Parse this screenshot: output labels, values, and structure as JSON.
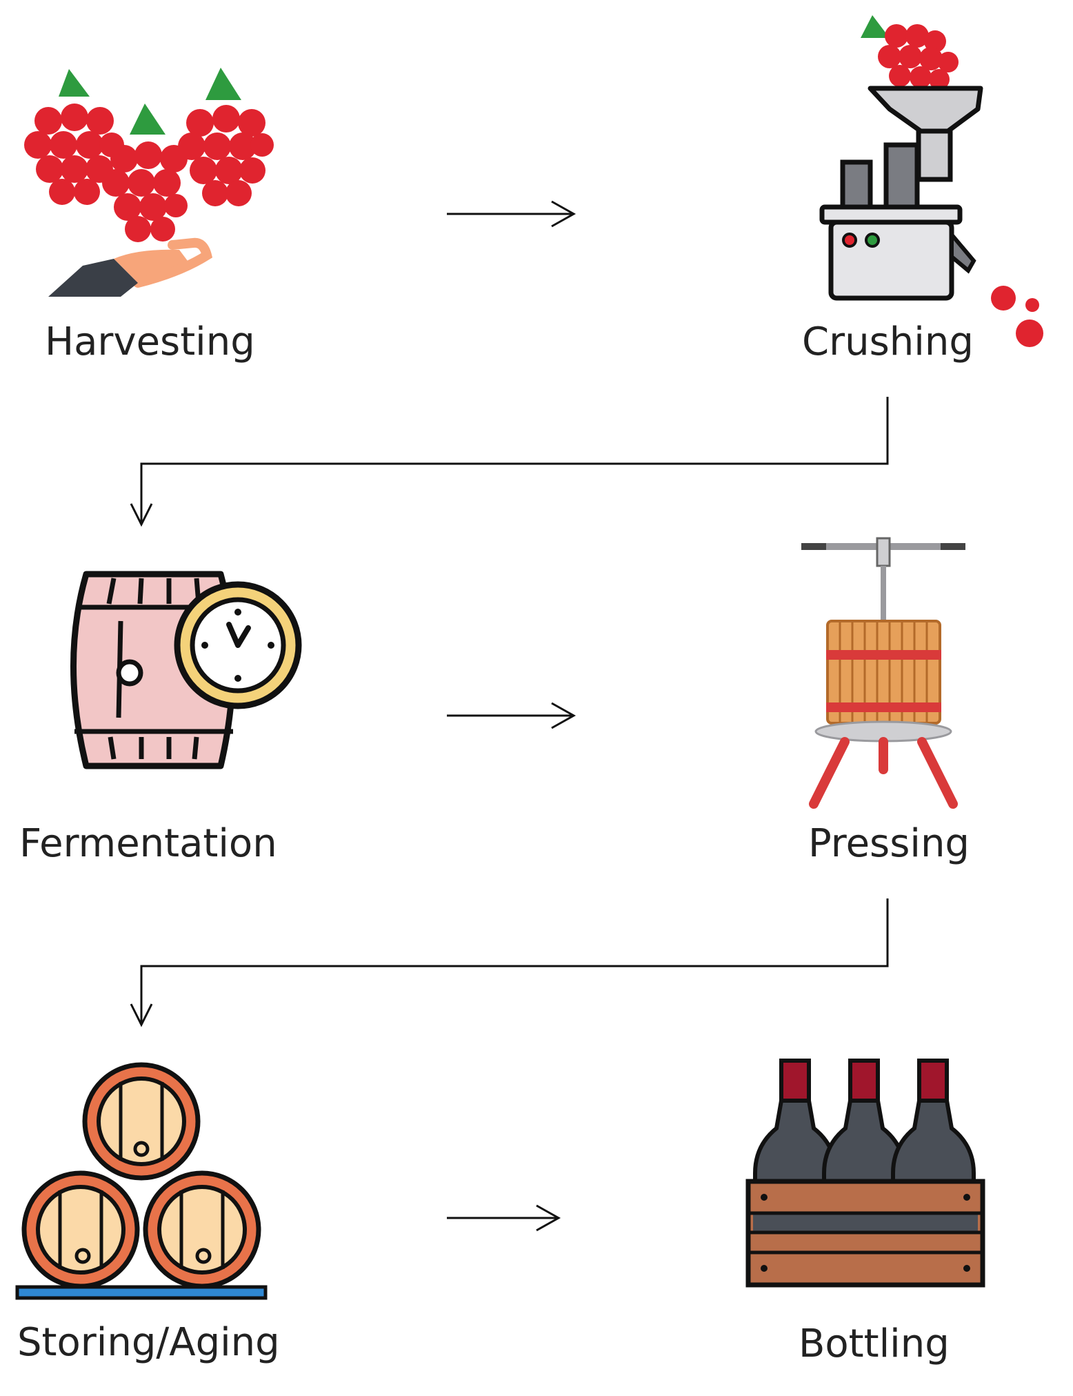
{
  "steps": [
    {
      "label": "Harvesting",
      "icon": "grapes-hand-icon"
    },
    {
      "label": "Crushing",
      "icon": "crusher-machine-icon"
    },
    {
      "label": "Fermentation",
      "icon": "barrel-clock-icon"
    },
    {
      "label": "Pressing",
      "icon": "wine-press-icon"
    },
    {
      "label": "Storing/Aging",
      "icon": "stacked-barrels-icon"
    },
    {
      "label": "Bottling",
      "icon": "wine-crate-icon"
    }
  ],
  "colors": {
    "grape_red": "#e0242f",
    "leaf_green": "#2e9b3f",
    "outline": "#111111",
    "barrel_pink": "#f2c6c6",
    "clock_yellow": "#f4d27a",
    "press_wood": "#e6a05a",
    "press_band": "#d93a3a",
    "bottle_dark": "#4a4f57",
    "bottle_cap": "#a0162c",
    "crate_wood": "#b86e4a",
    "barrel_orange": "#e8734a",
    "barrel_fill": "#fbd9a8",
    "shelf_blue": "#2f88d3"
  }
}
